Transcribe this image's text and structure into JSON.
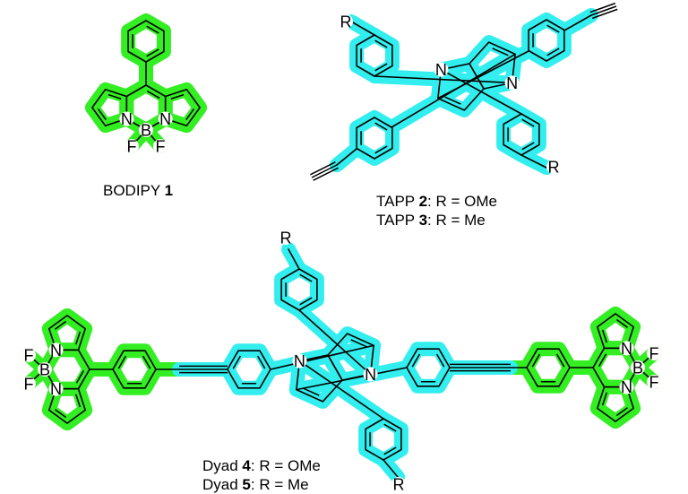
{
  "colors": {
    "bodipy_highlight": "#33ee22",
    "tapp_highlight": "#33eeee",
    "bond": "#000000"
  },
  "atoms": {
    "N": "N",
    "B": "B",
    "F": "F",
    "R": "R"
  },
  "captions": {
    "bodipy": {
      "name": "BODIPY",
      "num": "1"
    },
    "tapp2": {
      "name": "TAPP",
      "num": "2",
      "rest": ": R = OMe"
    },
    "tapp3": {
      "name": "TAPP",
      "num": "3",
      "rest": ": R = Me"
    },
    "dyad4": {
      "name": "Dyad",
      "num": "4",
      "rest": ": R = OMe"
    },
    "dyad5": {
      "name": "Dyad",
      "num": "5",
      "rest": ": R = Me"
    }
  }
}
